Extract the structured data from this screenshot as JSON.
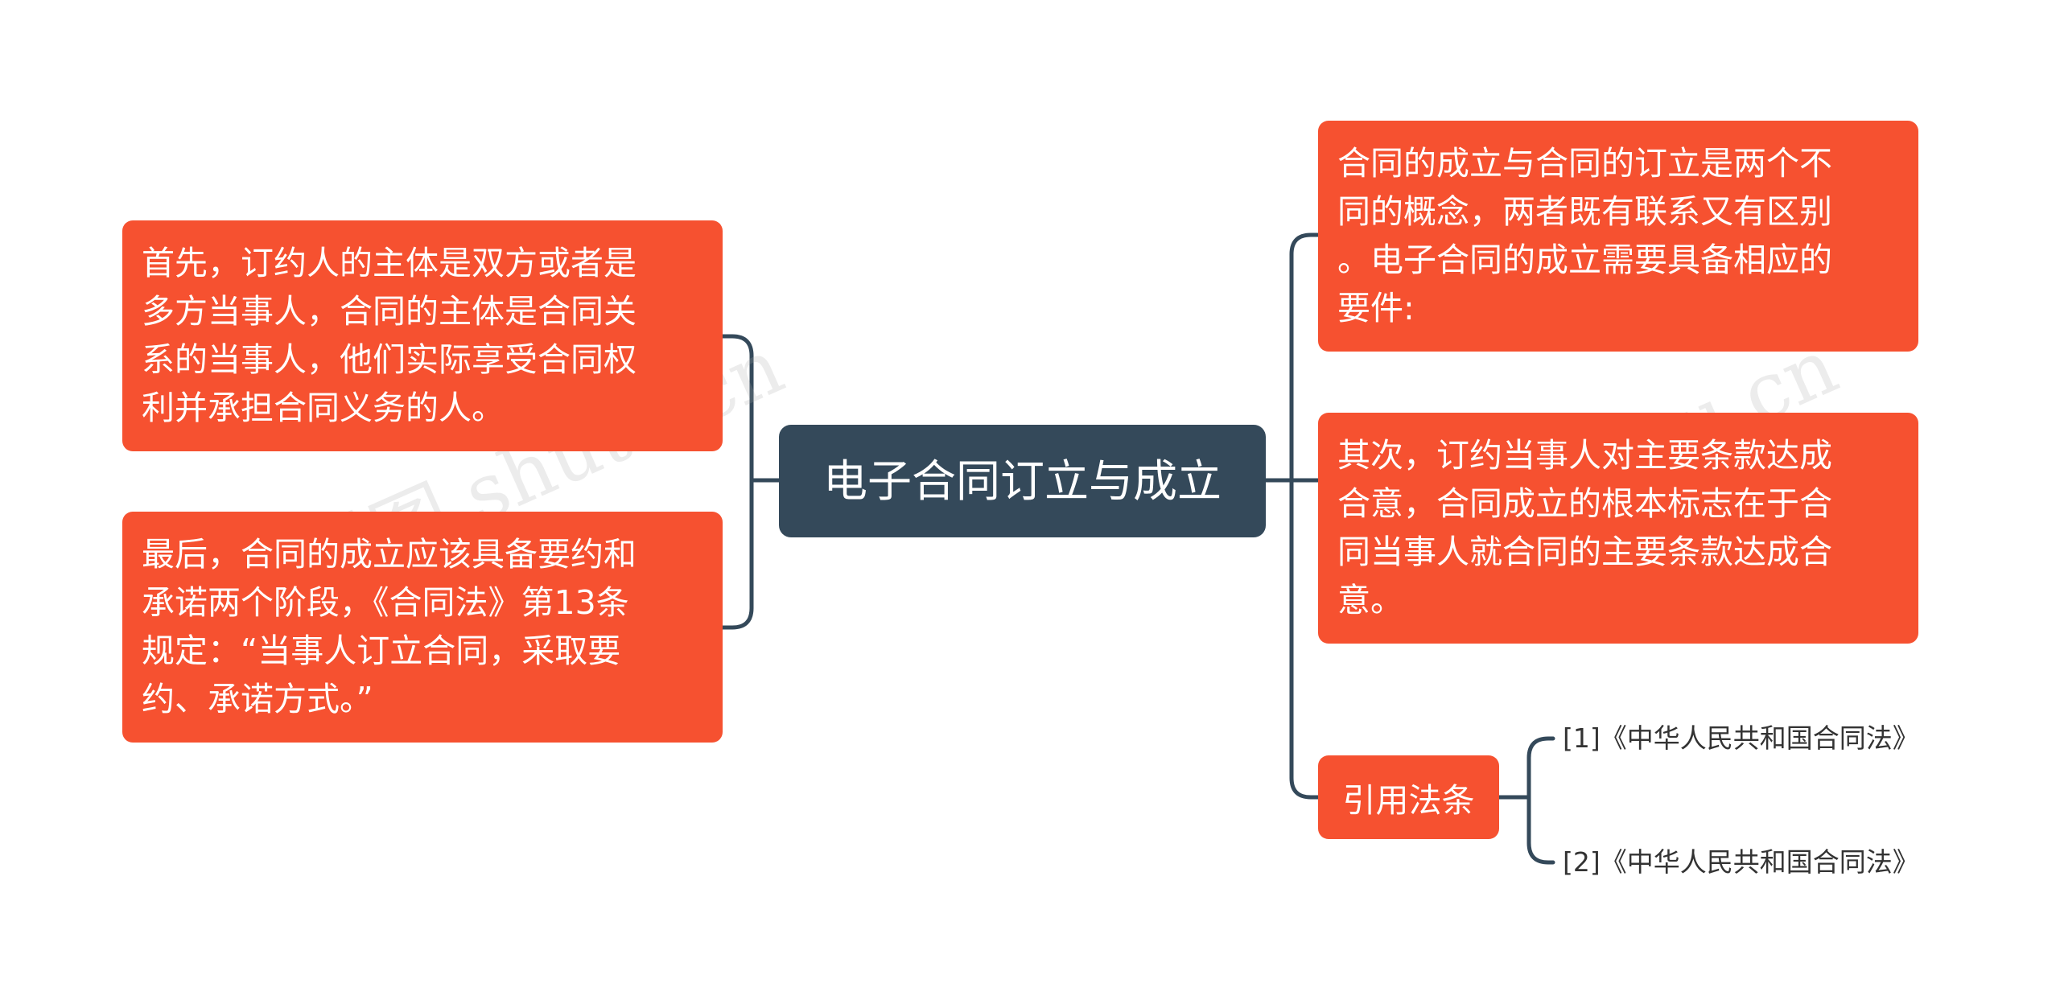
{
  "watermark": "树图 shutu.cn",
  "colors": {
    "topic_fill": "#F65130",
    "center_fill": "#34495A",
    "connector": "#34495A",
    "text_light": "#FFFFFF",
    "text_dark": "#333333"
  },
  "mindmap": {
    "center": {
      "label": "电子合同订立与成立"
    },
    "left": [
      {
        "lines": [
          "首先，订约人的主体是双方或者是",
          "多方当事人，合同的主体是合同关",
          "系的当事人，他们实际享受合同权",
          "利并承担合同义务的人。"
        ]
      },
      {
        "lines": [
          "最后，合同的成立应该具备要约和",
          "承诺两个阶段，《合同法》第13条",
          "规定：“当事人订立合同，采取要",
          "约、承诺方式。”"
        ]
      }
    ],
    "right": [
      {
        "lines": [
          "合同的成立与合同的订立是两个不",
          "同的概念，两者既有联系又有区别",
          "。电子合同的成立需要具备相应的",
          "要件:"
        ]
      },
      {
        "lines": [
          "其次，订约当事人对主要条款达成",
          "合意，合同成立的根本标志在于合",
          "同当事人就合同的主要条款达成合",
          "意。"
        ]
      },
      {
        "label": "引用法条",
        "children": [
          {
            "label": "[1]《中华人民共和国合同法》"
          },
          {
            "label": "[2]《中华人民共和国合同法》"
          }
        ]
      }
    ]
  }
}
